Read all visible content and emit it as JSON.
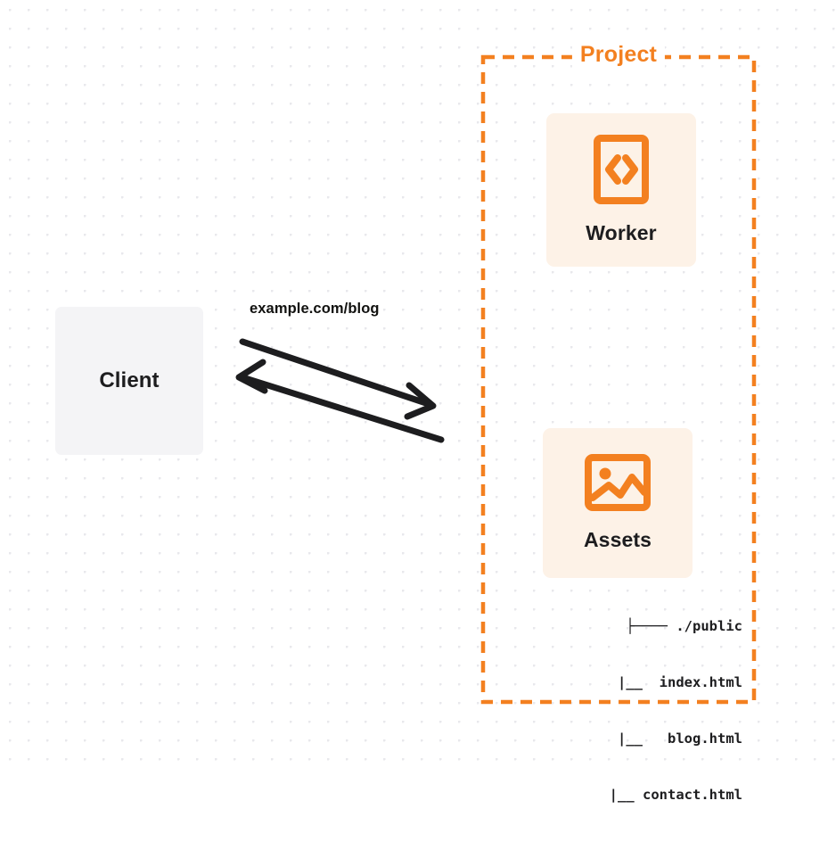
{
  "diagram": {
    "title": "Client to Project request flow",
    "background": {
      "color": "#ffffff",
      "dot_color": "#e8e8ec",
      "dot_spacing": 21
    },
    "colors": {
      "orange": "#f38020",
      "card_bg": "#fdf2e7",
      "client_bg": "#f4f4f6",
      "text": "#1d1d1f",
      "arrow": "#1d1d1f"
    }
  },
  "client": {
    "label": "Client",
    "icon": "client-box"
  },
  "project": {
    "label": "Project",
    "border_style": "dashed",
    "border_color": "#f38020",
    "services": [
      {
        "label": "Worker",
        "icon": "code-file-icon",
        "icon_glyph": "<>"
      },
      {
        "label": "Assets",
        "icon": "image-icon"
      }
    ]
  },
  "file_tree": {
    "rows": [
      "├──── ./public",
      "   |__  index.html",
      "   |__   blog.html",
      "   |__ contact.html"
    ],
    "entries": [
      {
        "name": "./public",
        "type": "directory"
      },
      {
        "name": "index.html",
        "type": "file"
      },
      {
        "name": "blog.html",
        "type": "file"
      },
      {
        "name": "contact.html",
        "type": "file"
      }
    ]
  },
  "connection": {
    "label": "example.com/blog",
    "request_direction": "client-to-project",
    "response_direction": "project-to-client"
  }
}
